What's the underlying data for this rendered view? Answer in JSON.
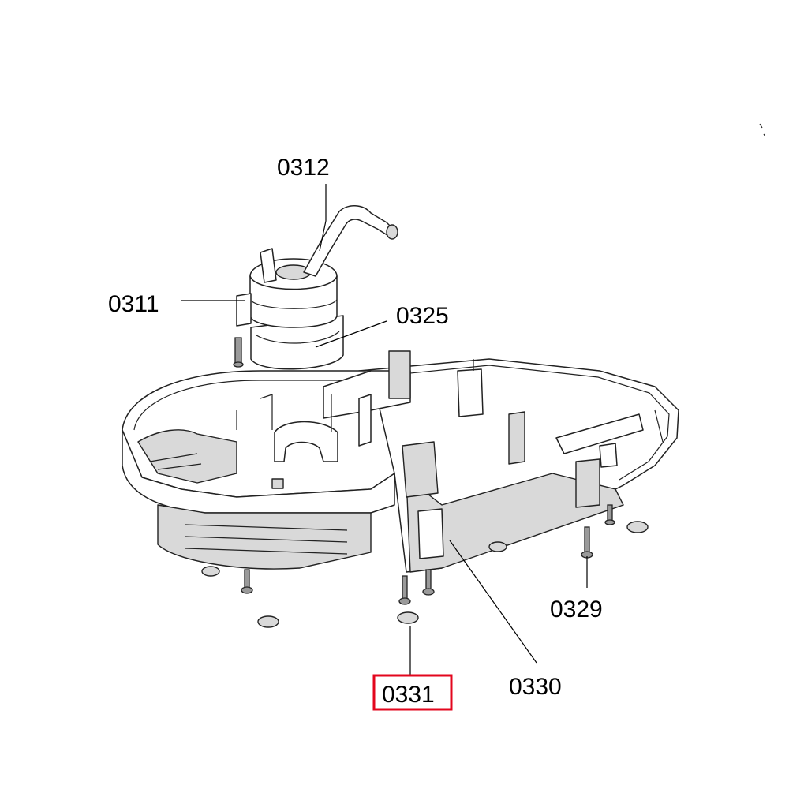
{
  "colors": {
    "highlight": "#e3061d",
    "line": "#222222",
    "shade": "#d9d9d9"
  },
  "callouts": [
    {
      "id": "0312",
      "text": "0312"
    },
    {
      "id": "0311",
      "text": "0311"
    },
    {
      "id": "0325",
      "text": "0325"
    },
    {
      "id": "0329",
      "text": "0329"
    },
    {
      "id": "0330",
      "text": "0330"
    },
    {
      "id": "0331",
      "text": "0331",
      "highlighted": true
    }
  ]
}
